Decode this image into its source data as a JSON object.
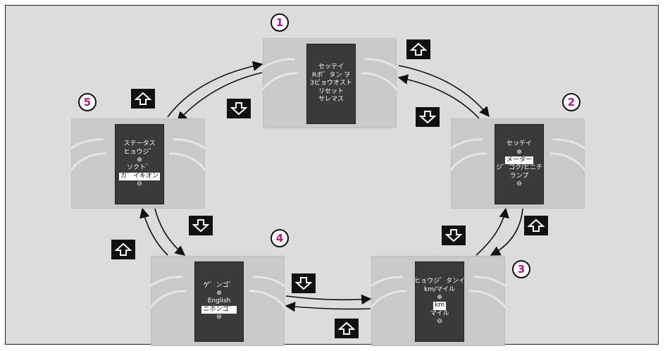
{
  "steps": [
    {
      "number": "1",
      "lines": [
        "セッテイ",
        "Rボ゛タン ヲ",
        "3ビョウオスト",
        "リセット",
        "サレマス"
      ],
      "highlight": null
    },
    {
      "number": "2",
      "lines": [
        "セッテイ",
        "⊕",
        "メーター",
        "ジ゛コク/ヒニチ",
        "ランプ",
        "⊖"
      ],
      "highlight": 2
    },
    {
      "number": "3",
      "lines": [
        "ヒョウジ゛タンイ",
        "km/マイル",
        "⊕",
        "km",
        "マイル",
        "⊖"
      ],
      "highlight": 3
    },
    {
      "number": "4",
      "lines": [
        "ゲ゛ンゴ゛",
        "⊕",
        "English",
        "ニホンゴ゛",
        "⊖"
      ],
      "highlight": 3
    },
    {
      "number": "5",
      "lines": [
        "ステータス",
        "ヒョウジ゛",
        "⊕",
        "ソクト゛",
        "カ゛イキオン",
        "⊖"
      ],
      "highlight": 4
    }
  ],
  "icons": {
    "up": "up-arrow-icon",
    "down": "down-arrow-icon"
  },
  "colors": {
    "background": "#dcdcdc",
    "panel": "#c9c9c9",
    "screen": "#3a3a3a",
    "number": "#c01878",
    "button": "#111111"
  }
}
